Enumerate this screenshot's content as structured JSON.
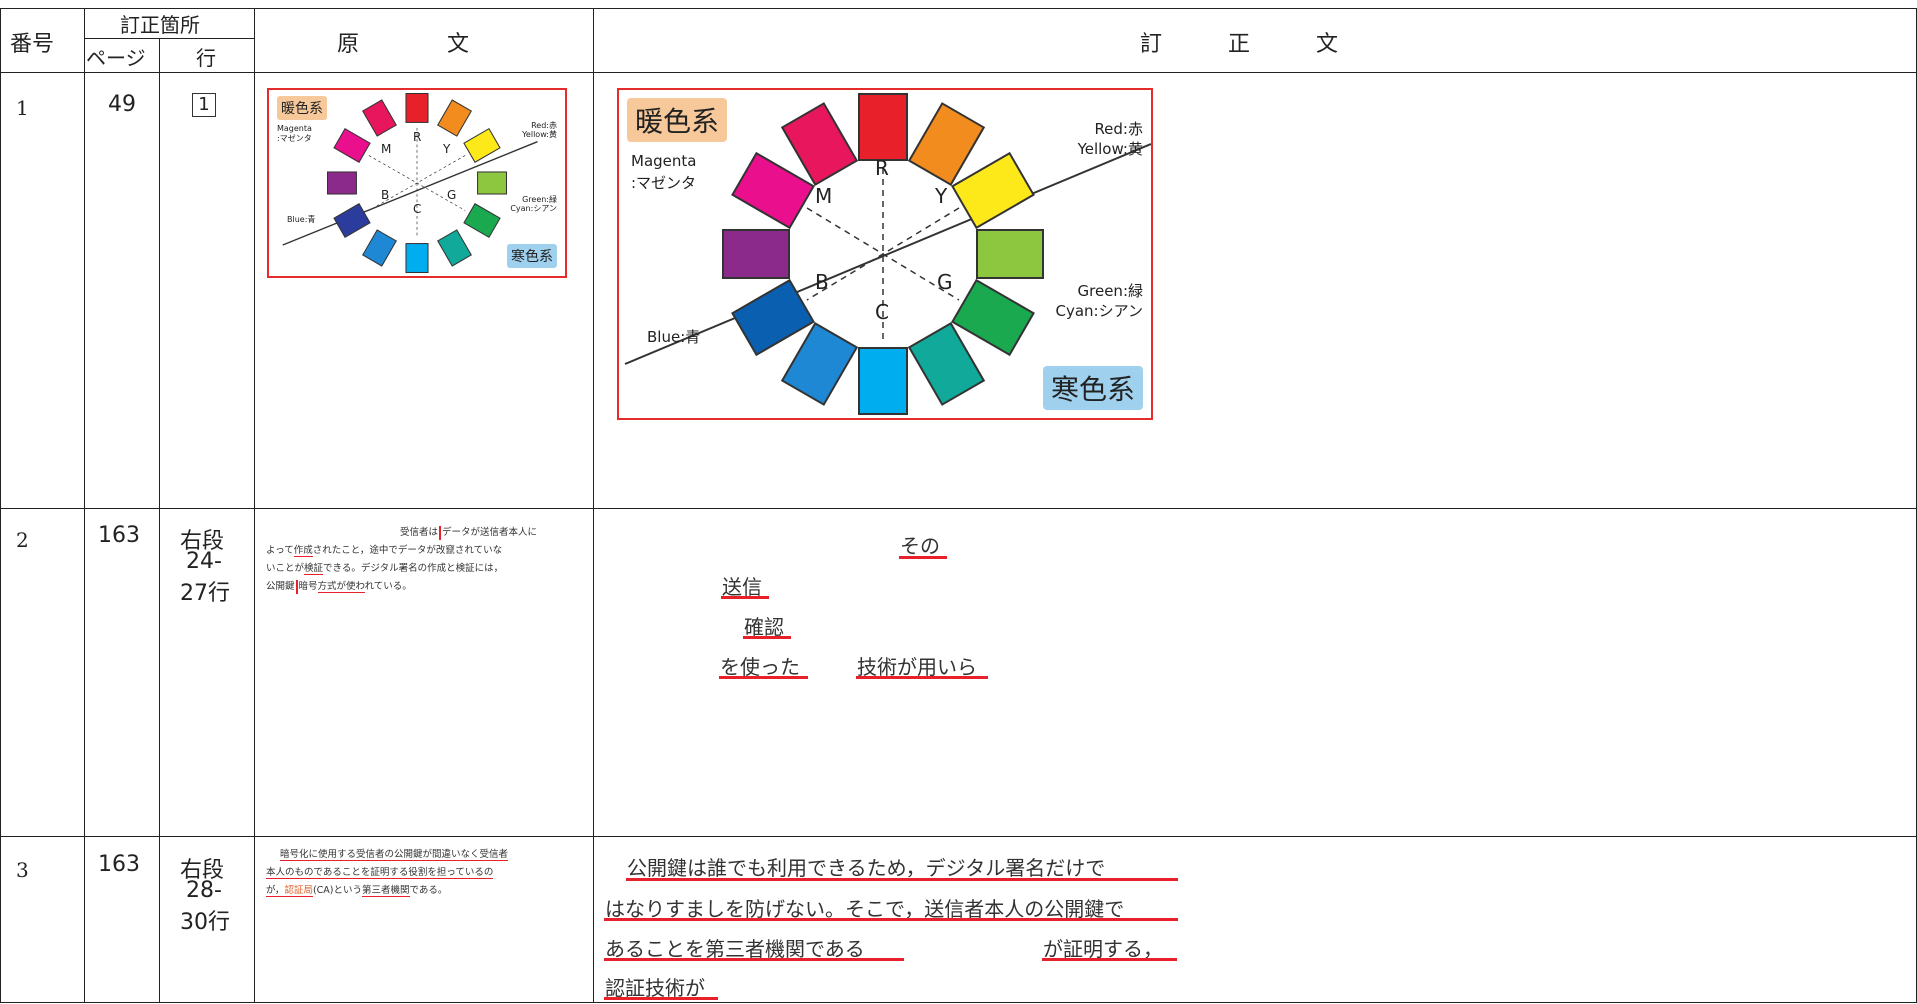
{
  "header": {
    "number": "番号",
    "location": "訂正箇所",
    "page": "ページ",
    "line": "行",
    "original": "原　　　　文",
    "corrected": "訂　　　正　　　文"
  },
  "rows": [
    {
      "number": "1",
      "page": "49",
      "line": "1",
      "wheel": {
        "warm": "暖色系",
        "cool": "寒色系",
        "magenta": "Magenta",
        "magenta_jp": ":マゼンタ",
        "red": "Red:赤",
        "yellow": "Yellow:黄",
        "green": "Green:緑",
        "cyan": "Cyan:シアン",
        "blue": "Blue:青",
        "letters": [
          "R",
          "Y",
          "G",
          "C",
          "B",
          "M"
        ]
      }
    },
    {
      "number": "2",
      "page": "163",
      "line1": "右段",
      "line2": "24-",
      "line3": "27行",
      "original": {
        "l1a": "受信者は",
        "l1b": "データが送信者本人に",
        "l2a": "よって",
        "l2b": "作成",
        "l2c": "されたこと，途中でデータが改竄されていな",
        "l3a": "いことが",
        "l3b": "検証",
        "l3c": "できる。デジタル署名の作成と検証には，",
        "l4a": "公開鍵",
        "l4b": "暗号",
        "l4c": "方式が使わ",
        "l4d": "れている。"
      },
      "corrections": [
        "その",
        "送信",
        "確認",
        "を使った",
        "技術が用いら"
      ]
    },
    {
      "number": "3",
      "page": "163",
      "line1": "右段",
      "line2": "28-",
      "line3": "30行",
      "original": {
        "l1": "暗号化に使用する受信者の公開鍵が間違いなく受信者",
        "l2": "本人のものであることを証明する役割を担っているの",
        "l3a": "が，",
        "l3b": "認証局",
        "l3c": "(CA)という",
        "l3d": "第三者機関",
        "l3e": "である。"
      },
      "corrections": [
        "公開鍵は誰でも利用できるため，デジタル署名だけで",
        "はなりすましを防げない。そこで，送信者本人の公開鍵で",
        "あることを第三者機関である",
        "が証明する，",
        "認証技術が"
      ]
    }
  ],
  "colors": {
    "frame_red": "#e52b2b",
    "underline_red": "#e8202a",
    "warm_bg": "#f7c99a",
    "cool_bg": "#9fd1ee"
  }
}
